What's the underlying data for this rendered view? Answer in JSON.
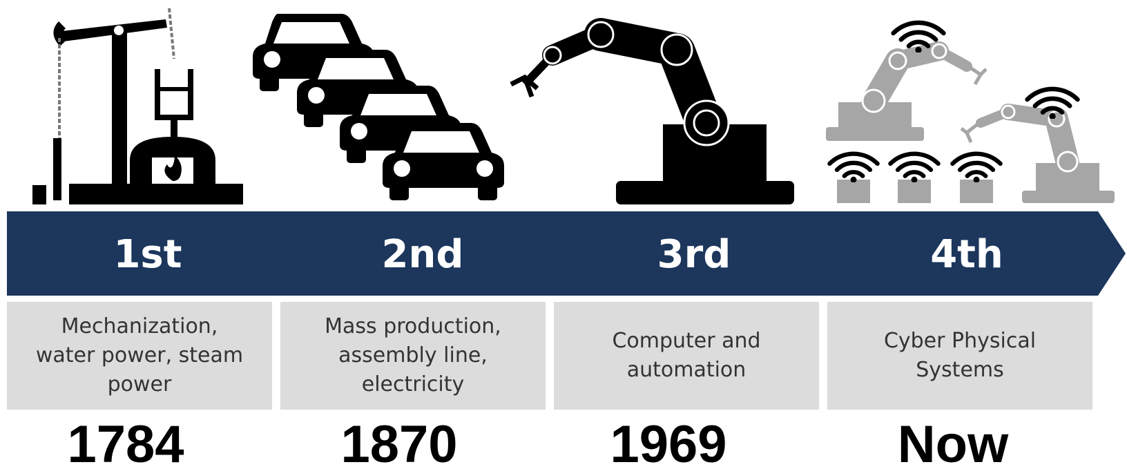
{
  "colors": {
    "chevron": "#1c365c",
    "box": "#dcdcdc",
    "icon_dark": "#000000",
    "icon_light": "#a6a6a6"
  },
  "stages": [
    {
      "label": "1st",
      "icon": "pump-jack-steam-engine-icon",
      "description": [
        "Mechanization,",
        "water power, steam",
        "power"
      ],
      "year": "1784"
    },
    {
      "label": "2nd",
      "icon": "assembly-line-cars-icon",
      "description": [
        "Mass production,",
        "assembly line,",
        "electricity"
      ],
      "year": "1870"
    },
    {
      "label": "3rd",
      "icon": "robot-arm-icon",
      "description": [
        "Computer and",
        "automation"
      ],
      "year": "1969"
    },
    {
      "label": "4th",
      "icon": "wireless-robots-icon",
      "description": [
        "Cyber Physical",
        "Systems"
      ],
      "year": "Now"
    }
  ]
}
